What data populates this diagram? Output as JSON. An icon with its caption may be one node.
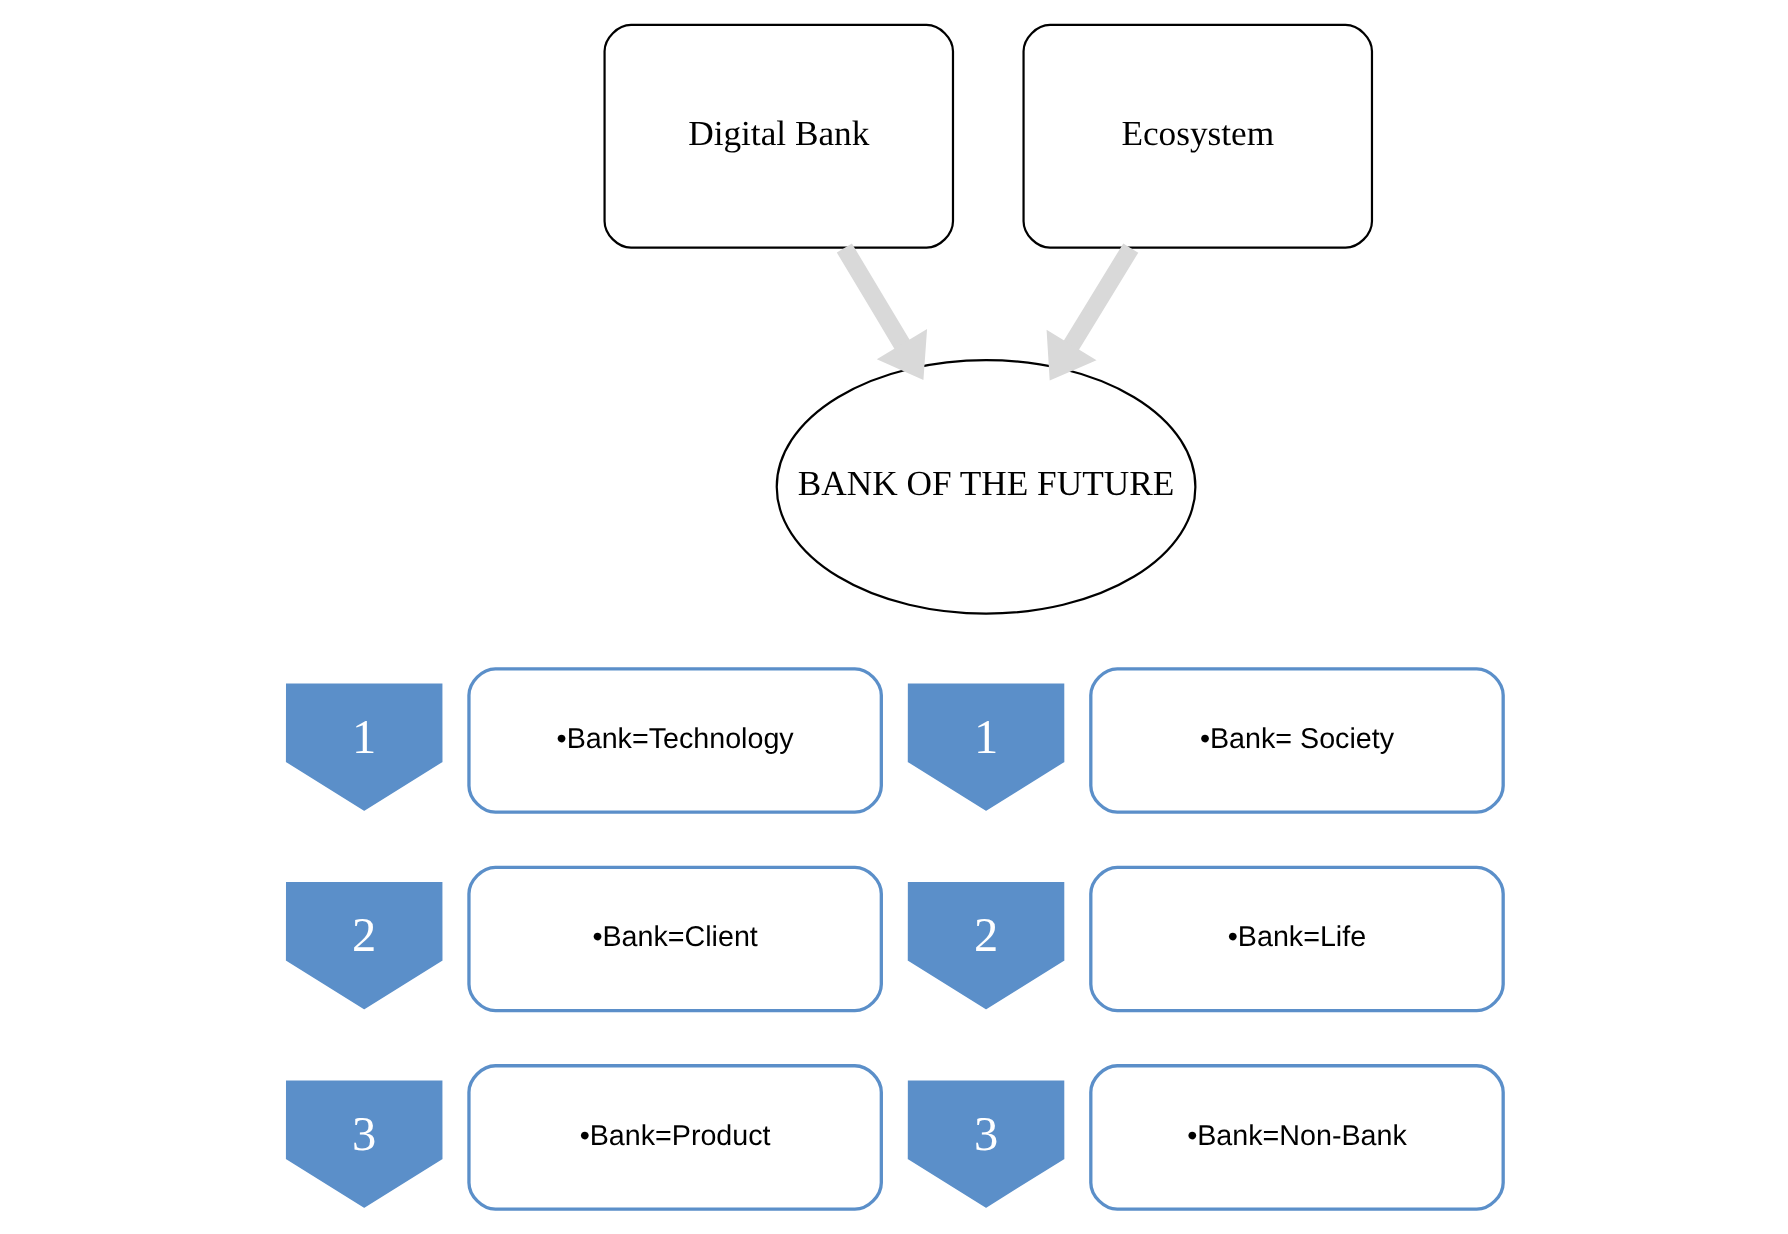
{
  "diagram": {
    "nodes": [
      {
        "text": [
          "Digital Bank"
        ]
      },
      {
        "text": [
          "Ecosystem"
        ]
      },
      {
        "text": [
          "BANK OF THE FUTURE"
        ]
      },
      {
        "text": [
          "1"
        ]
      },
      {
        "text": [
          "•Bank=Technology"
        ]
      },
      {
        "text": [
          "1"
        ]
      },
      {
        "text": [
          "•Bank= Society"
        ]
      },
      {
        "text": [
          "2"
        ]
      },
      {
        "text": [
          "•Bank=Client"
        ]
      },
      {
        "text": [
          "2"
        ]
      },
      {
        "text": [
          "•Bank=Life"
        ]
      },
      {
        "text": [
          "3"
        ]
      },
      {
        "text": [
          "•Bank=Product"
        ]
      },
      {
        "text": [
          "3"
        ]
      },
      {
        "text": [
          "•Bank=Non-Bank"
        ]
      }
    ],
    "edges": [
      {
        "from": 0,
        "to": 2,
        "arrow": "to"
      },
      {
        "from": 1,
        "to": 2,
        "arrow": "to"
      }
    ]
  }
}
